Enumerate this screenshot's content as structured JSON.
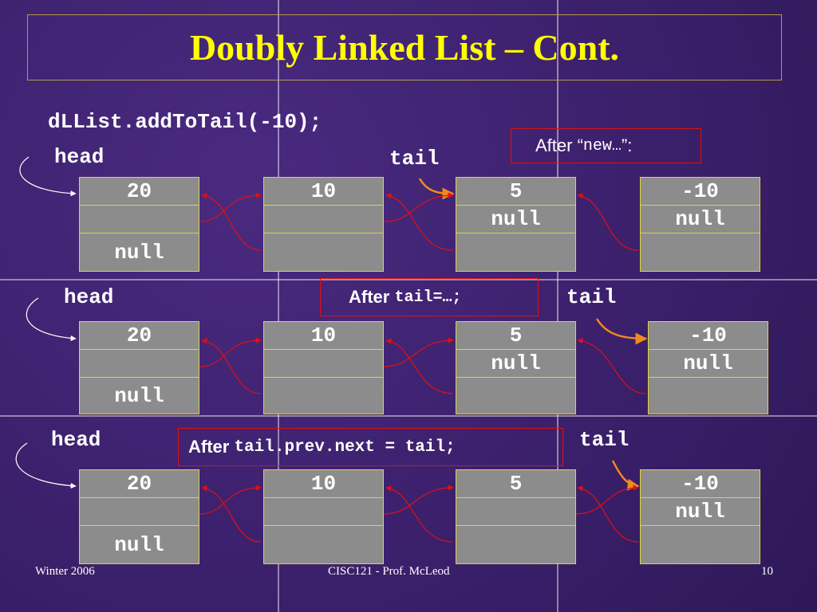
{
  "slide": {
    "title": "Doubly Linked List – Cont.",
    "code_line": "dLList.addToTail(-10);"
  },
  "row1": {
    "head_label": "head",
    "tail_label": "tail",
    "callout_sans": "After “",
    "callout_mono": "new…",
    "callout_tail": "”:",
    "nodes": [
      {
        "top": "20",
        "mid": "",
        "bot": "null"
      },
      {
        "top": "10",
        "mid": "",
        "bot": ""
      },
      {
        "top": "5",
        "mid": "null",
        "bot": ""
      },
      {
        "top": "-10",
        "mid": "null",
        "bot": ""
      }
    ]
  },
  "row2": {
    "head_label": "head",
    "tail_label": "tail",
    "callout_sans": "After ",
    "callout_mono": "tail=…;",
    "nodes": [
      {
        "top": "20",
        "mid": "",
        "bot": "null"
      },
      {
        "top": "10",
        "mid": "",
        "bot": ""
      },
      {
        "top": "5",
        "mid": "null",
        "bot": ""
      },
      {
        "top": "-10",
        "mid": "null",
        "bot": ""
      }
    ]
  },
  "row3": {
    "head_label": "head",
    "tail_label": "tail",
    "callout_sans": "After ",
    "callout_mono": "tail.prev.next = tail;",
    "nodes": [
      {
        "top": "20",
        "mid": "",
        "bot": "null"
      },
      {
        "top": "10",
        "mid": "",
        "bot": ""
      },
      {
        "top": "5",
        "mid": "",
        "bot": ""
      },
      {
        "top": "-10",
        "mid": "null",
        "bot": ""
      }
    ]
  },
  "footer": {
    "left": "Winter 2006",
    "center": "CISC121 - Prof. McLeod",
    "page": "10"
  },
  "colors": {
    "background": "#3a1f6a",
    "title": "#ffff00",
    "node_fill": "#8c8c8c",
    "node_border": "#e2d23a",
    "pointer_red": "#e01010",
    "pointer_orange": "#f08a1e"
  }
}
